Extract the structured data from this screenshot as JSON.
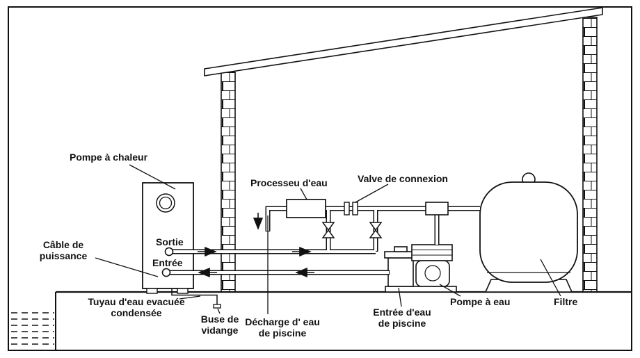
{
  "page": {
    "background": "#ffffff",
    "line_color": "#111111"
  },
  "labels": {
    "heat_pump": "Pompe à chaleur",
    "power_cable": "Câble de\npuissance",
    "water_processor": "Processeu d'eau",
    "connection_valve": "Valve de connexion",
    "outlet": "Sortie",
    "inlet": "Entrée",
    "condensate_pipe": "Tuyau d'eau evacuée\ncondensée",
    "drain_nozzle": "Buse de\nvidange",
    "pool_discharge": "Décharge d' eau\nde piscine",
    "pool_inlet": "Entrée d'eau\nde piscine",
    "water_pump": "Pompe à eau",
    "filter": "Filtre"
  }
}
